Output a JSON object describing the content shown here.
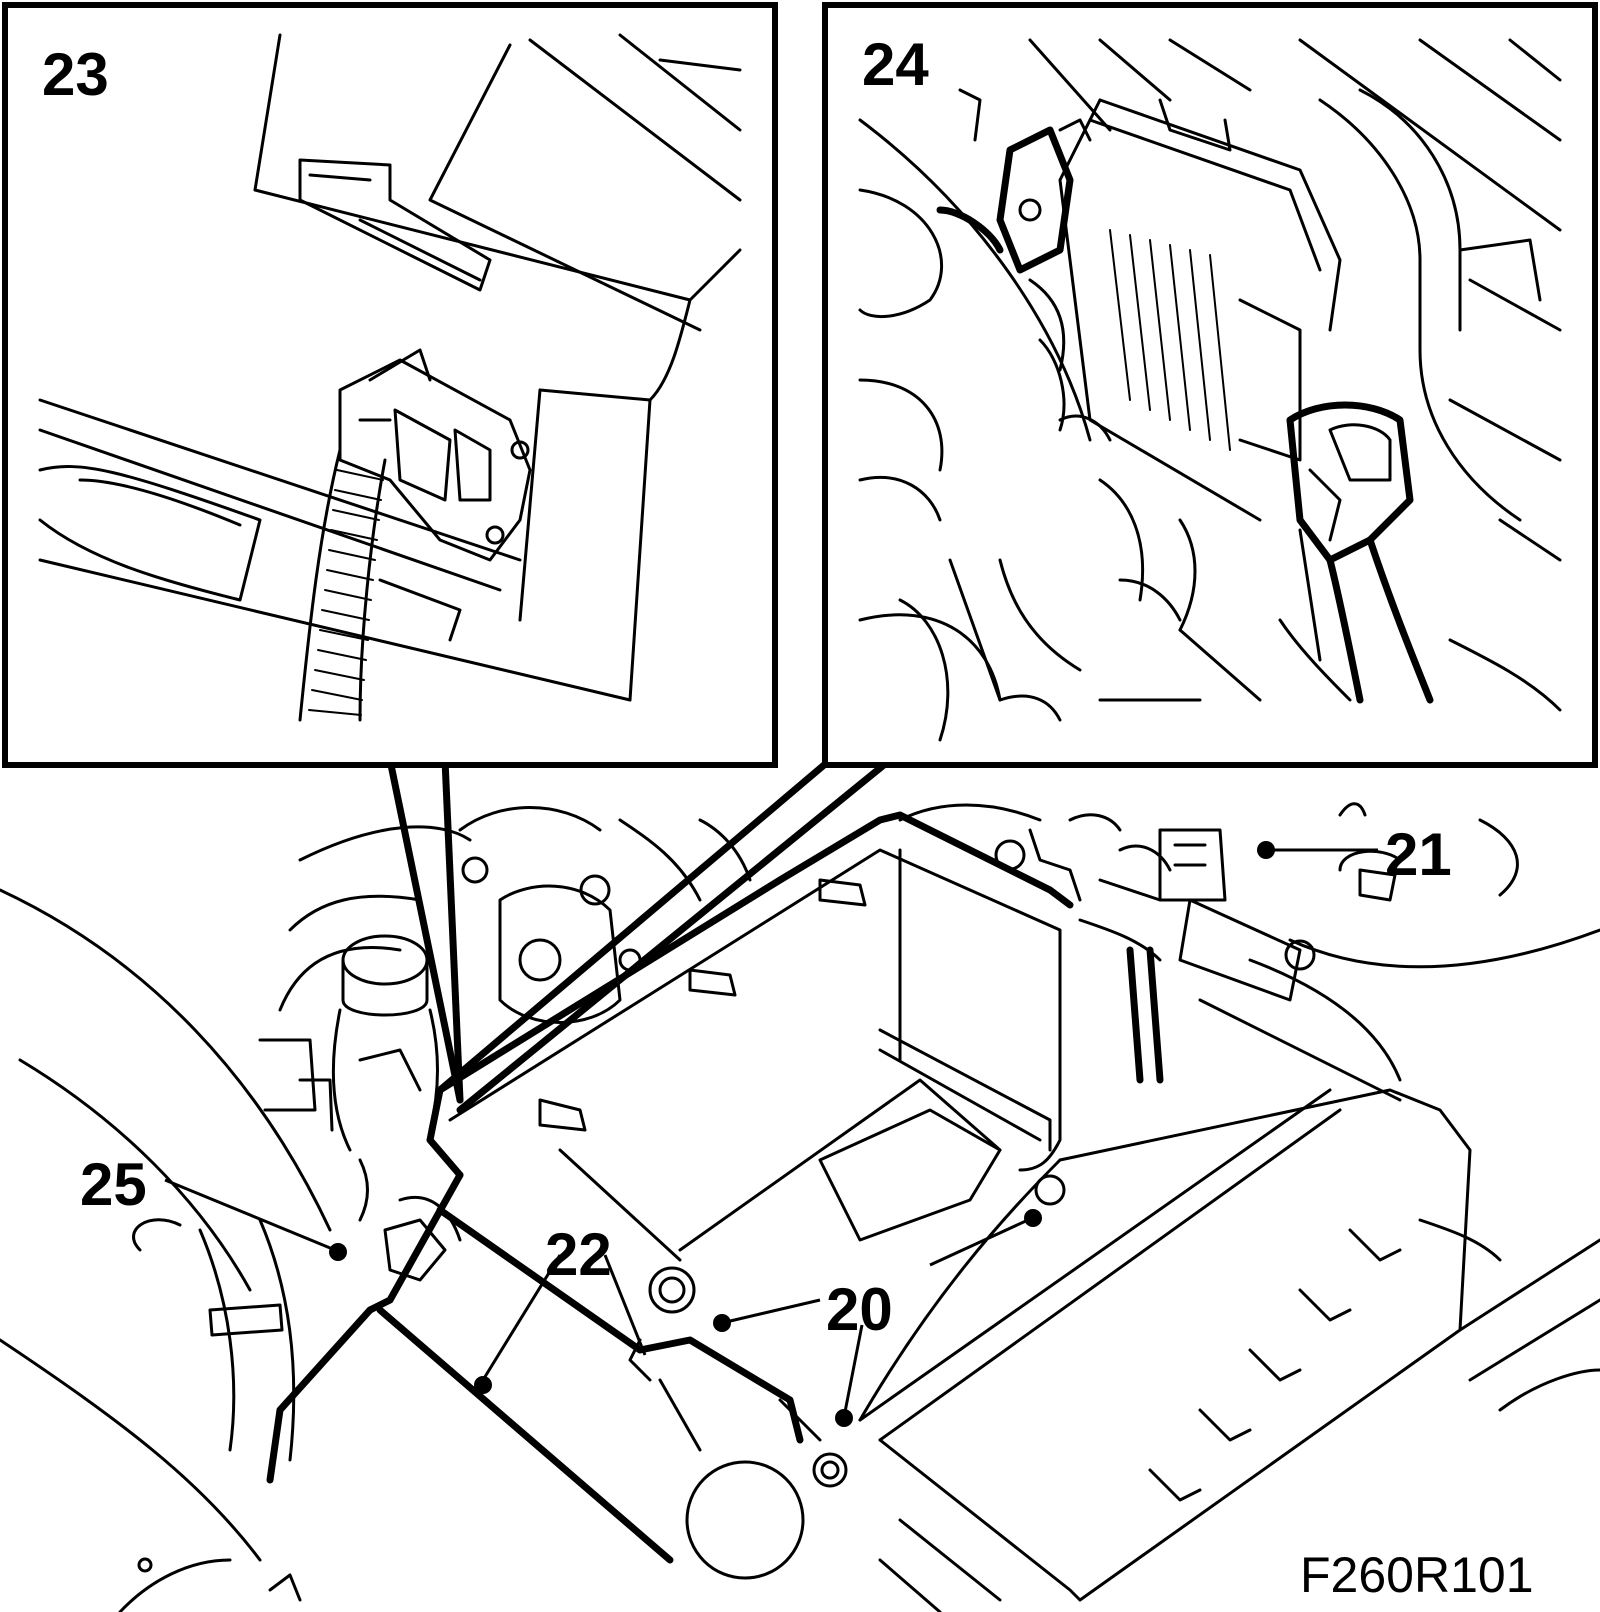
{
  "figure_code": "F260R101",
  "callouts": {
    "c20": "20",
    "c21": "21",
    "c22": "22",
    "c23": "23",
    "c24": "24",
    "c25": "25"
  },
  "colors": {
    "line": "#000000",
    "background": "#ffffff"
  }
}
